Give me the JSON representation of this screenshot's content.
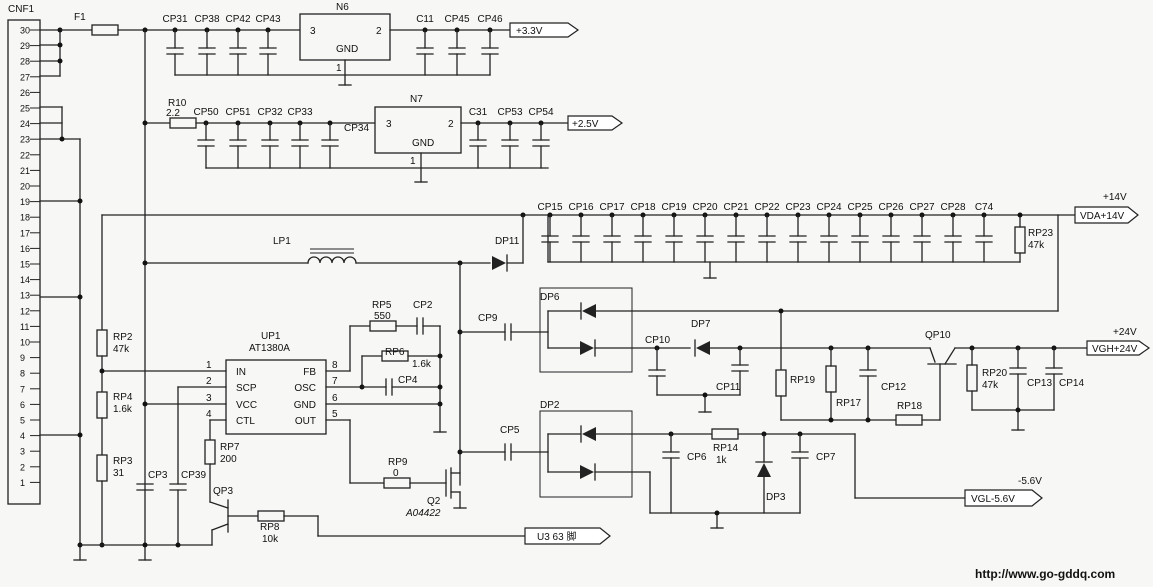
{
  "connector": {
    "name": "CNF1",
    "pins": [
      "30",
      "29",
      "28",
      "27",
      "26",
      "25",
      "24",
      "23",
      "22",
      "21",
      "20",
      "19",
      "18",
      "17",
      "16",
      "15",
      "14",
      "13",
      "12",
      "11",
      "10",
      "9",
      "8",
      "7",
      "6",
      "5",
      "4",
      "3",
      "2",
      "1"
    ]
  },
  "fuse": {
    "label": "F1"
  },
  "reg_n6": {
    "name": "N6",
    "pin_in": "3",
    "pin_out": "2",
    "pin_gnd": "1",
    "gnd": "GND",
    "caps_in": [
      "CP31",
      "CP38",
      "CP42",
      "CP43"
    ],
    "caps_out": [
      "C11",
      "CP45",
      "CP46"
    ],
    "rail": "+3.3V"
  },
  "reg_n7": {
    "name": "N7",
    "pin_in": "3",
    "pin_out": "2",
    "pin_gnd": "1",
    "gnd": "GND",
    "res_name": "R10",
    "res_value": "2.2",
    "caps_in": [
      "CP50",
      "CP51",
      "CP32",
      "CP33",
      "CP34"
    ],
    "caps_out": [
      "C31",
      "CP53",
      "CP54"
    ],
    "rail": "+2.5V"
  },
  "vda": {
    "caps": [
      "CP15",
      "CP16",
      "CP17",
      "CP18",
      "CP19",
      "CP20",
      "CP21",
      "CP22",
      "CP23",
      "CP24",
      "CP25",
      "CP26",
      "CP27",
      "CP28",
      "C74"
    ],
    "res_name": "RP23",
    "res_value": "47k",
    "label_top": "+14V",
    "rail": "VDA+14V"
  },
  "inductor": {
    "name": "LP1"
  },
  "diode_dp11": {
    "name": "DP11"
  },
  "ic": {
    "name": "UP1",
    "part": "AT1380A",
    "left_pins": [
      {
        "num": "1",
        "name": "IN"
      },
      {
        "num": "2",
        "name": "SCP"
      },
      {
        "num": "3",
        "name": "VCC"
      },
      {
        "num": "4",
        "name": "CTL"
      }
    ],
    "right_pins": [
      {
        "num": "8",
        "name": "FB"
      },
      {
        "num": "7",
        "name": "OSC"
      },
      {
        "num": "6",
        "name": "GND"
      },
      {
        "num": "5",
        "name": "OUT"
      }
    ]
  },
  "resistors": {
    "rp2": {
      "name": "RP2",
      "value": "47k"
    },
    "rp4": {
      "name": "RP4",
      "value": "1.6k"
    },
    "rp3": {
      "name": "RP3",
      "value": "31"
    },
    "rp5": {
      "name": "RP5",
      "value": "550"
    },
    "rp6": {
      "name": "RP6",
      "value": "1.6k"
    },
    "rp7": {
      "name": "RP7",
      "value": "200"
    },
    "rp8": {
      "name": "RP8",
      "value": "10k"
    },
    "rp9": {
      "name": "RP9",
      "value": "0"
    },
    "rp14": {
      "name": "RP14",
      "value": "1k"
    },
    "rp17": {
      "name": "RP17"
    },
    "rp18": {
      "name": "RP18"
    },
    "rp19": {
      "name": "RP19"
    },
    "rp20": {
      "name": "RP20",
      "value": "47k"
    }
  },
  "caps": {
    "cp2": "CP2",
    "cp4": "CP4",
    "cp3": "CP3",
    "cp39": "CP39",
    "cp9": "CP9",
    "cp10": "CP10",
    "cp11": "CP11",
    "cp12": "CP12",
    "cp13": "CP13",
    "cp14": "CP14",
    "cp5": "CP5",
    "cp6": "CP6",
    "cp7": "CP7"
  },
  "transistors": {
    "qp3": "QP3",
    "q2": "Q2",
    "q2_part": "A04422",
    "qp10": "QP10"
  },
  "diodes": {
    "dp6": "DP6",
    "dp7": "DP7",
    "dp2": "DP2",
    "dp3": "DP3"
  },
  "vgh": {
    "label_top": "+24V",
    "rail": "VGH+24V"
  },
  "vgl": {
    "label_top": "-5.6V",
    "rail": "VGL-5.6V"
  },
  "u3": {
    "label": "U3 63 脚"
  },
  "watermark": "http://www.go-gddq.com"
}
